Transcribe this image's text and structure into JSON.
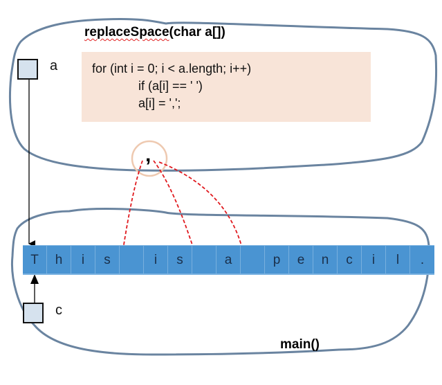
{
  "functions": {
    "replace_space": {
      "title": "replaceSpace(char a[])",
      "code_lines": [
        "for (int i = 0; i < a.length; i++)",
        "if (a[i] == ' ')",
        "a[i] = ',';"
      ],
      "parameter": {
        "name": "a"
      }
    },
    "main": {
      "title": "main()",
      "variable": {
        "name": "c"
      }
    }
  },
  "replacement_char": ",",
  "array": {
    "cells": [
      "T",
      "h",
      "i",
      "s",
      " ",
      "i",
      "s",
      " ",
      "a",
      " ",
      "p",
      "e",
      "n",
      "c",
      "i",
      "l",
      "."
    ],
    "replaced_indices": [
      4,
      7,
      9
    ]
  },
  "colors": {
    "scope_outline": "#6a84a0",
    "code_background": "#f8e4d8",
    "array_fill": "#4a94d2",
    "variable_fill": "#d6e2ee",
    "replace_arrow": "#e0191e",
    "arrow_head": "#7b3860",
    "highlight_circle": "#eec9b0"
  }
}
